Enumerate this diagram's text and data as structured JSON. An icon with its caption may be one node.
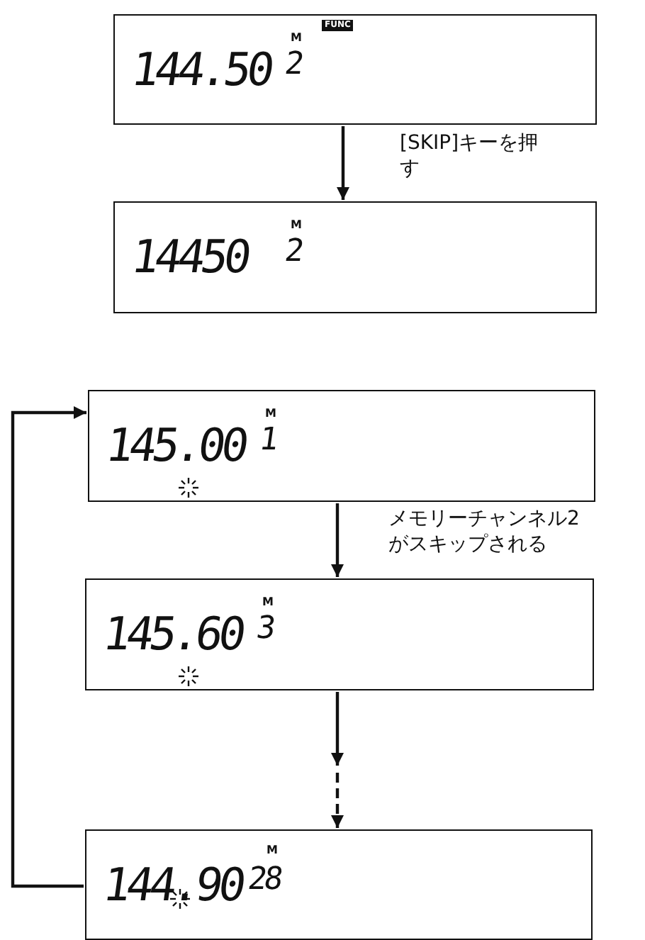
{
  "diagram": {
    "nodes": [
      {
        "text": [
          "FUNC",
          "M",
          "144.50",
          "2"
        ]
      },
      {
        "text": [
          "M",
          "14450",
          "2"
        ]
      },
      {
        "text": [
          "M",
          "145.00",
          "1"
        ]
      },
      {
        "text": [
          "M",
          "145.60",
          "3"
        ]
      },
      {
        "text": [
          "M",
          "144.90",
          "28"
        ]
      }
    ],
    "edges": [
      {
        "from": 0,
        "to": 1,
        "arrow": "to",
        "label": "[SKIP]キーを押す"
      },
      {
        "from": 2,
        "to": 3,
        "arrow": "to",
        "label": "メモリーチャンネル2がスキップされる"
      },
      {
        "from": 3,
        "to": 4,
        "arrow": "to",
        "style": "dashed"
      },
      {
        "from": 4,
        "to": 2,
        "arrow": "to"
      }
    ]
  }
}
